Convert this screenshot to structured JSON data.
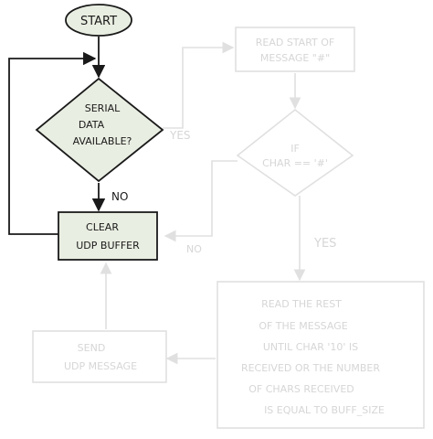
{
  "colors": {
    "ink": "#1a1a1a",
    "fill": "#e9eee2",
    "faded": "#e3e3e3",
    "faded_text": "#d6d6d6",
    "background": "#ffffff"
  },
  "nodes": {
    "start": {
      "label": "START",
      "shape": "ellipse",
      "active": true
    },
    "decision_serial": {
      "lines": [
        "SERIAL",
        "DATA",
        "AVAILABLE?"
      ],
      "shape": "diamond",
      "active": true
    },
    "clear_buffer": {
      "lines": [
        "CLEAR",
        "UDP BUFFER"
      ],
      "shape": "rect",
      "active": true
    },
    "read_start": {
      "lines": [
        "READ START OF",
        "MESSAGE \"#\""
      ],
      "shape": "rect",
      "active": false
    },
    "decision_char": {
      "lines": [
        "IF",
        "CHAR == '#'"
      ],
      "shape": "diamond",
      "active": false
    },
    "read_rest": {
      "lines": [
        "READ THE REST",
        "OF THE MESSAGE",
        "UNTIL CHAR '10' IS",
        "RECEIVED OR THE NUMBER",
        "OF CHARS RECEIVED",
        "IS EQUAL TO BUFF_SIZE"
      ],
      "shape": "rect",
      "active": false
    },
    "send_udp": {
      "lines": [
        "SEND",
        "UDP MESSAGE"
      ],
      "shape": "rect",
      "active": false
    }
  },
  "edge_labels": {
    "no_serial": "NO",
    "yes_serial": "YES",
    "no_char": "NO",
    "yes_char": "YES"
  }
}
